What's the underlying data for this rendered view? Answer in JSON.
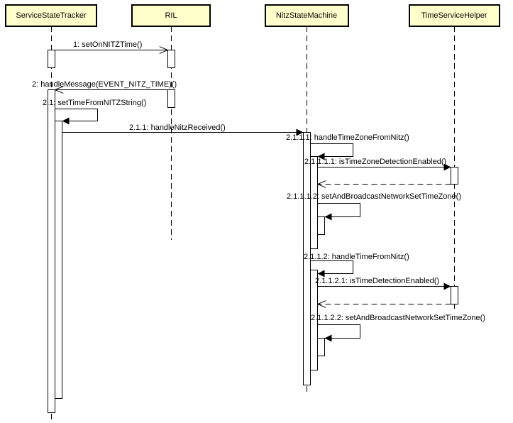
{
  "diagram": {
    "type": "sequence",
    "colors": {
      "participant_fill": "#ffffcc",
      "stroke": "#000000",
      "background": "#ffffff"
    },
    "participants": [
      {
        "id": "sst",
        "label": "ServiceStateTracker"
      },
      {
        "id": "ril",
        "label": "RIL"
      },
      {
        "id": "nsm",
        "label": "NitzStateMachine"
      },
      {
        "id": "tsh",
        "label": "TimeServiceHelper"
      }
    ],
    "messages": [
      {
        "seq": "1",
        "label": "1: setOnNITZTime()",
        "from": "sst",
        "to": "ril",
        "kind": "async"
      },
      {
        "seq": "2",
        "label": "2: handleMessage(EVENT_NITZ_TIME)()",
        "from": "ril",
        "to": "sst",
        "kind": "async"
      },
      {
        "seq": "2.1",
        "label": "2.1: setTimeFromNITZString()",
        "from": "sst",
        "to": "sst",
        "kind": "self"
      },
      {
        "seq": "2.1.1",
        "label": "2.1.1: handleNitzReceived()",
        "from": "sst",
        "to": "nsm",
        "kind": "sync"
      },
      {
        "seq": "2.1.1.1",
        "label": "2.1.1.1: handleTimeZoneFromNitz()",
        "from": "nsm",
        "to": "nsm",
        "kind": "self"
      },
      {
        "seq": "2.1.1.1.1",
        "label": "2.1.1.1.1: isTimeZoneDetectionEnabled()",
        "from": "nsm",
        "to": "tsh",
        "kind": "sync"
      },
      {
        "seq": "2.1.1.1.1-return",
        "label": "",
        "from": "tsh",
        "to": "nsm",
        "kind": "return"
      },
      {
        "seq": "2.1.1.1.2",
        "label": "2.1.1.1.2: setAndBroadcastNetworkSetTimeZone()",
        "from": "nsm",
        "to": "nsm",
        "kind": "self"
      },
      {
        "seq": "2.1.1.2",
        "label": "2.1.1.2: handleTimeFromNitz()",
        "from": "nsm",
        "to": "nsm",
        "kind": "self"
      },
      {
        "seq": "2.1.1.2.1",
        "label": "2.1.1.2.1: isTimeDetectionEnabled()",
        "from": "nsm",
        "to": "tsh",
        "kind": "sync"
      },
      {
        "seq": "2.1.1.2.1-return",
        "label": "",
        "from": "tsh",
        "to": "nsm",
        "kind": "return"
      },
      {
        "seq": "2.1.1.2.2",
        "label": "2.1.1.2.2: setAndBroadcastNetworkSetTimeZone()",
        "from": "nsm",
        "to": "nsm",
        "kind": "self"
      }
    ]
  }
}
